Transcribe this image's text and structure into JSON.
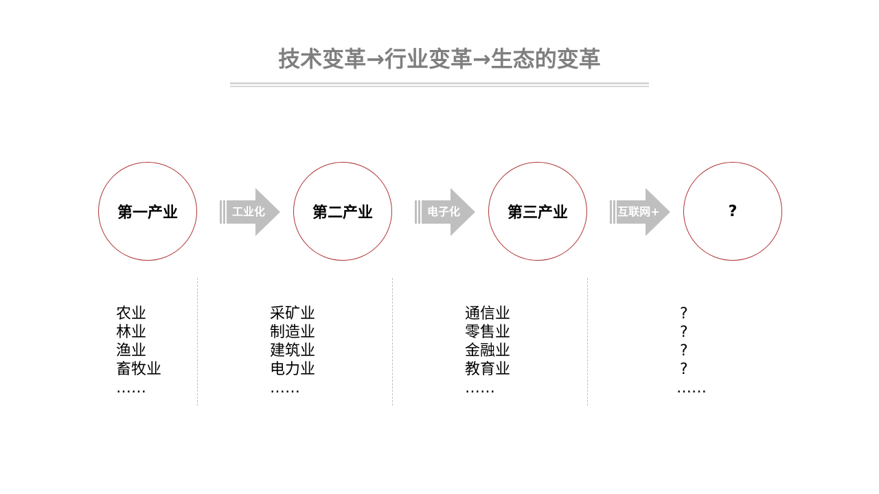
{
  "title": "技术变革→行业变革→生态的变革",
  "stages": [
    {
      "label": "第一产业",
      "items": [
        "农业",
        "林业",
        "渔业",
        "畜牧业",
        "……"
      ]
    },
    {
      "label": "第二产业",
      "items": [
        "采矿业",
        "制造业",
        "建筑业",
        "电力业",
        "……"
      ]
    },
    {
      "label": "第三产业",
      "items": [
        "通信业",
        "零售业",
        "金融业",
        "教育业",
        "……"
      ]
    },
    {
      "label": "?",
      "items": [
        "?",
        "?",
        "?",
        "?",
        "……"
      ]
    }
  ],
  "transitions": [
    {
      "label": "工业化"
    },
    {
      "label": "电子化"
    },
    {
      "label": "互联网+"
    }
  ],
  "colors": {
    "circle_border": "#b03030",
    "arrow_fill": "#bfbfbf",
    "title_text": "#7f7f7f",
    "title_rule": "#d6d6d6"
  }
}
